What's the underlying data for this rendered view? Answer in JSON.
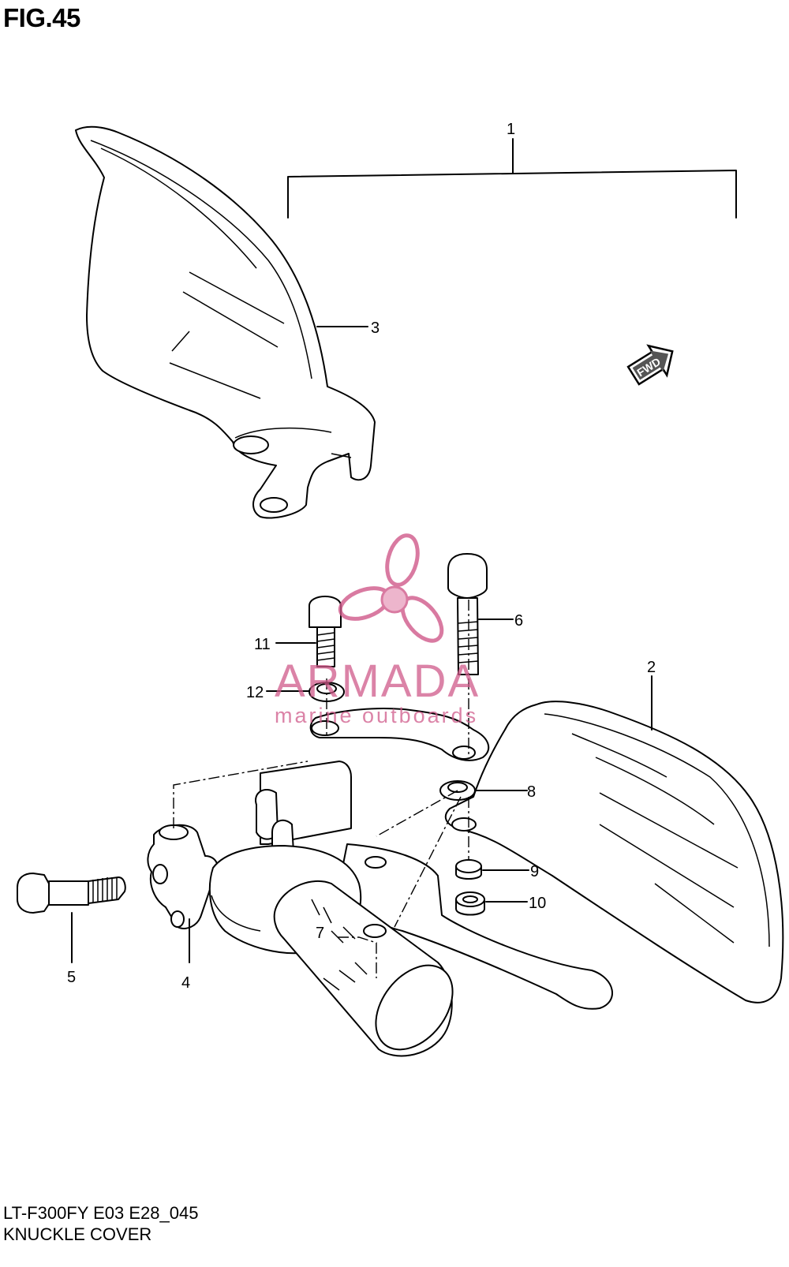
{
  "figure": {
    "title": "FIG.45",
    "model_code": "LT-F300FY E03 E28_045",
    "section_name": "KNUCKLE COVER"
  },
  "callouts": [
    "1",
    "2",
    "3",
    "4",
    "5",
    "6",
    "7",
    "8",
    "9",
    "10",
    "11",
    "12"
  ],
  "fwd_badge": "FWD",
  "watermark": {
    "brand": "ARMADA",
    "tagline": "marine outboards",
    "color": "#d05a8a"
  }
}
